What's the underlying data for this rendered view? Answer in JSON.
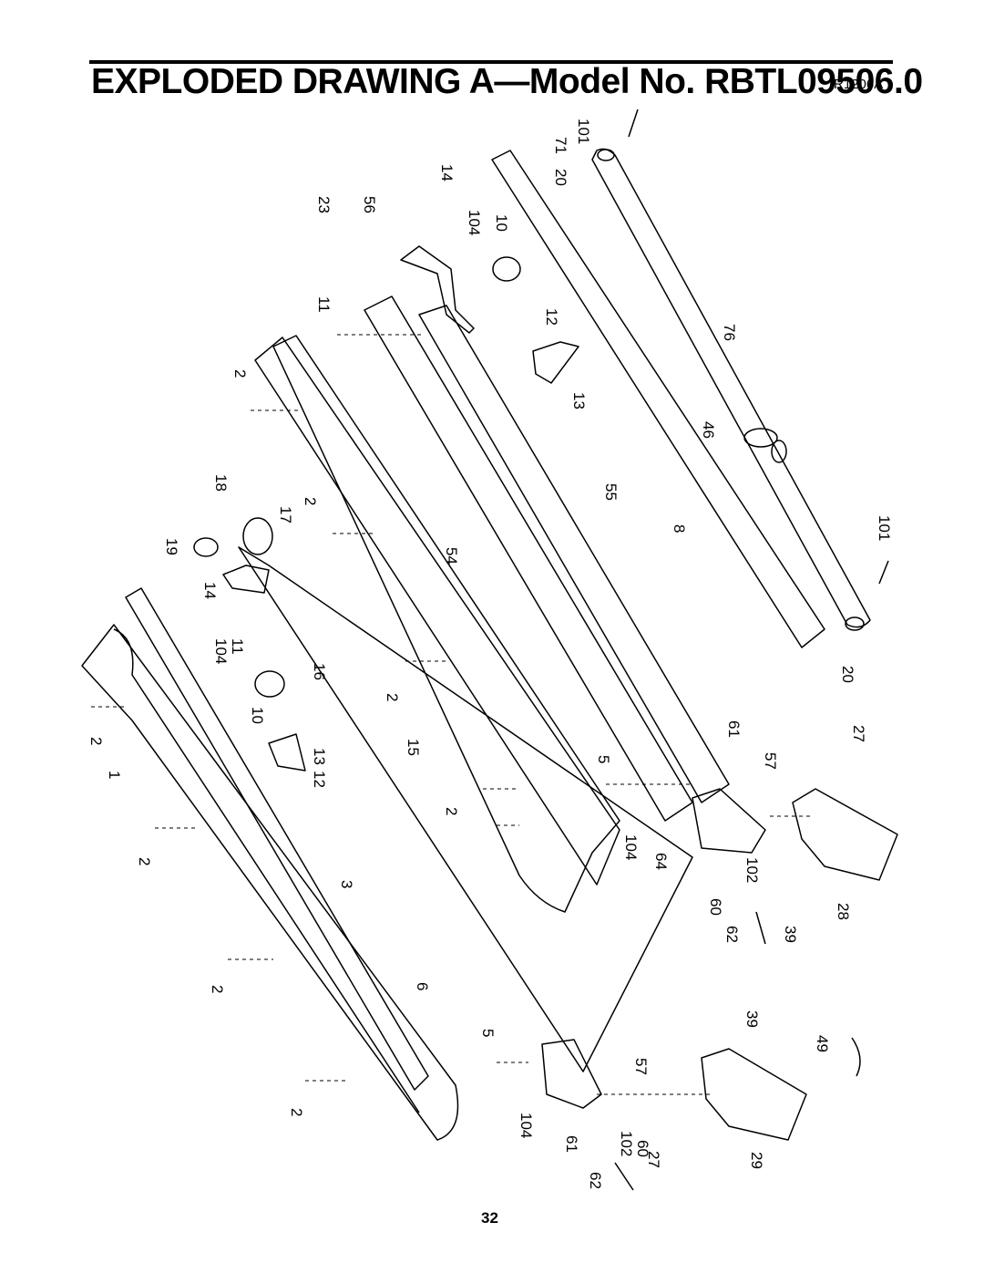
{
  "header": {
    "title": "EXPLODED DRAWING A—Model No. RBTL09506.0",
    "drawing_ref": "R1206A"
  },
  "footer": {
    "page_number": "32"
  },
  "part_callouts": {
    "upper_right": [
      "101",
      "71",
      "20",
      "14",
      "104",
      "10",
      "23",
      "56",
      "11",
      "12",
      "13",
      "2",
      "76",
      "46",
      "55",
      "18",
      "17",
      "2",
      "19",
      "14",
      "104",
      "11",
      "10",
      "54",
      "8",
      "101",
      "20",
      "16",
      "2",
      "15",
      "12",
      "13",
      "1",
      "2",
      "2"
    ],
    "lower": [
      "61",
      "57",
      "27",
      "5",
      "104",
      "64",
      "102",
      "28",
      "60",
      "62",
      "39",
      "3",
      "2",
      "6",
      "2",
      "2",
      "5",
      "57",
      "39",
      "49",
      "104",
      "61",
      "102",
      "60",
      "27",
      "29",
      "62"
    ]
  }
}
